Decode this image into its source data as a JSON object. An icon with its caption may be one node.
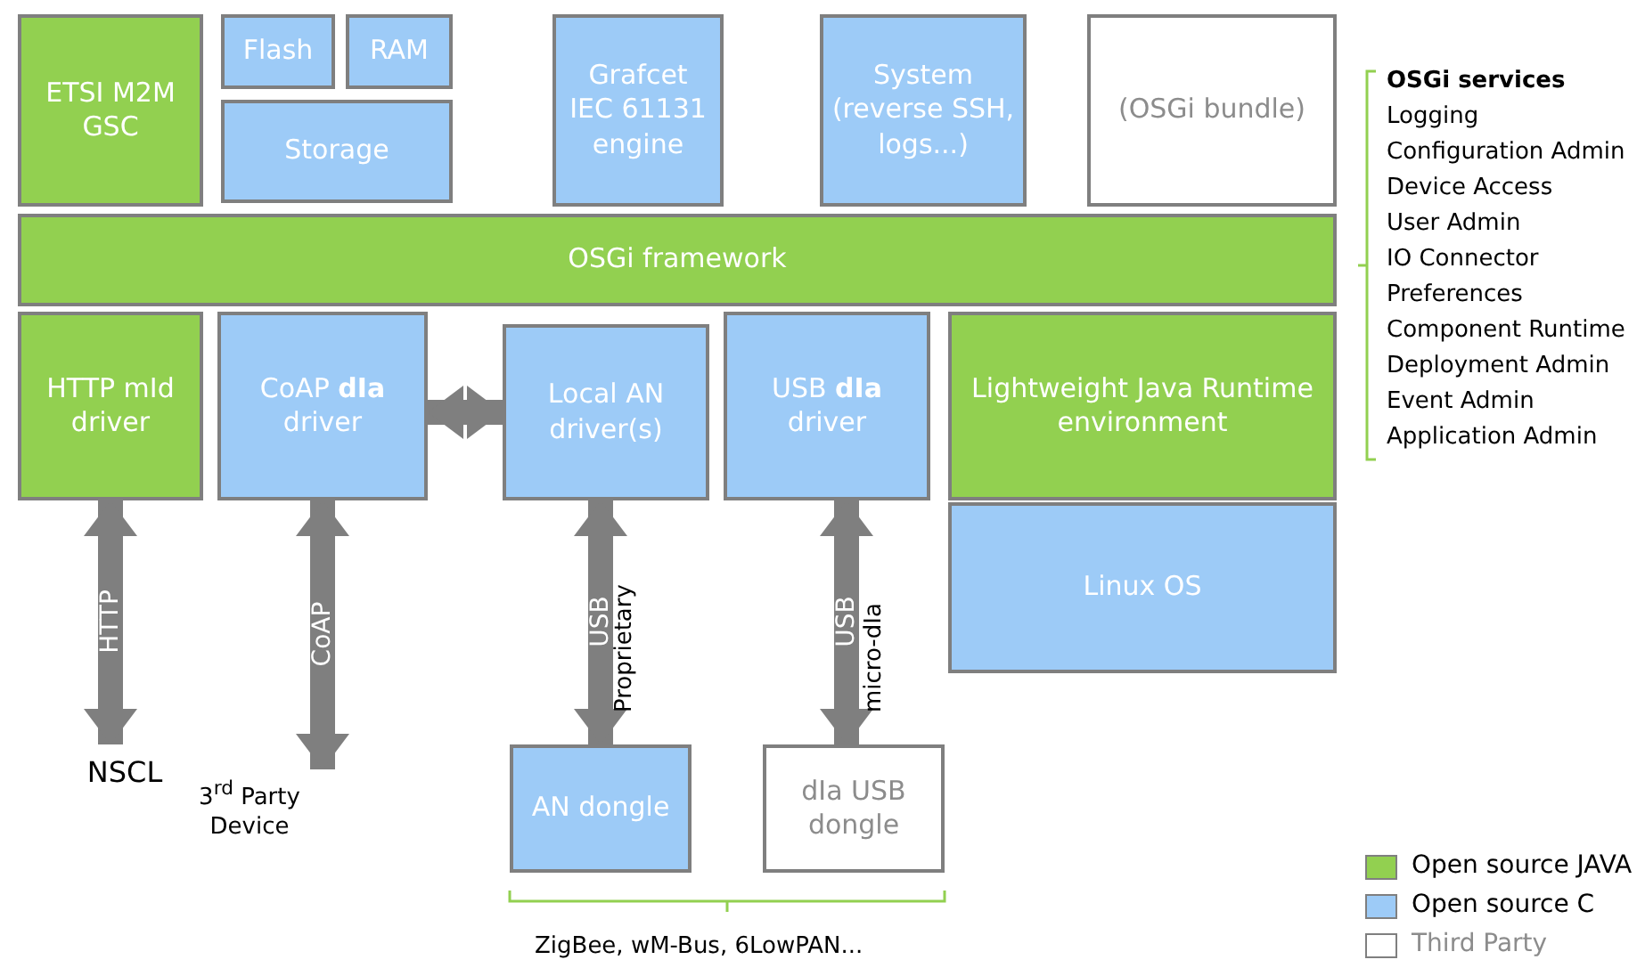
{
  "diagram": {
    "nodes": [
      {
        "text": [
          "ETSI M2M GSC"
        ]
      },
      {
        "text": [
          "Flash"
        ]
      },
      {
        "text": [
          "RAM"
        ]
      },
      {
        "text": [
          "Storage"
        ]
      },
      {
        "text": [
          "Grafcet IEC 61131 engine"
        ]
      },
      {
        "text": [
          "System (reverse SSH, logs...)"
        ]
      },
      {
        "text": [
          "(OSGi bundle)"
        ]
      },
      {
        "text": [
          "OSGi framework"
        ]
      },
      {
        "text": [
          "HTTP mId driver"
        ]
      },
      {
        "text": [
          "CoAP **dIa** driver"
        ]
      },
      {
        "text": [
          "Local AN driver(s)"
        ]
      },
      {
        "text": [
          "USB **dIa** driver"
        ]
      },
      {
        "text": [
          "Lightweight Java Runtime environment"
        ]
      },
      {
        "text": [
          "Linux OS"
        ]
      },
      {
        "text": [
          "NSCL"
        ]
      },
      {
        "text": [
          "3$^{rd}$ Party Device"
        ]
      },
      {
        "text": [
          "AN dongle"
        ]
      },
      {
        "text": [
          "dIa USB dongle"
        ]
      }
    ],
    "edges": [
      {
        "from": 9,
        "to": 10,
        "arrow": "both"
      },
      {
        "from": 8,
        "to": 14,
        "arrow": "both",
        "label": "HTTP"
      },
      {
        "from": 9,
        "to": 15,
        "arrow": "both",
        "label": "CoAP"
      },
      {
        "from": 10,
        "to": 16,
        "arrow": "both",
        "label": "USB"
      },
      {
        "from": 11,
        "to": 17,
        "arrow": "both",
        "label": "USB"
      }
    ],
    "labels": [
      "Proprietary",
      "micro-dIa",
      "OSGi services",
      "Logging",
      "Configuration Admin",
      "Device Access",
      "User Admin",
      "IO Connector",
      "Preferences",
      "Component Runtime",
      "Deployment Admin",
      "Event Admin",
      "Application Admin",
      "ZigBee, wM-Bus, 6LowPAN..."
    ],
    "legend": [
      {
        "text": "Open source JAVA",
        "color": "#92d050"
      },
      {
        "text": "Open source C",
        "color": "#9dcbf7"
      },
      {
        "text": "Third Party",
        "color": "#ffffff"
      }
    ]
  }
}
